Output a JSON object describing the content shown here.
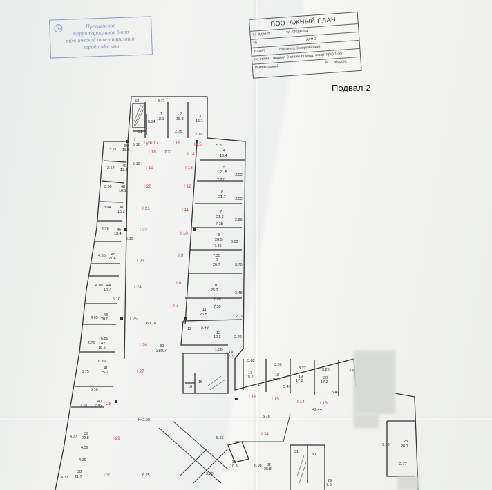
{
  "stamp": {
    "seal": "№",
    "line1": "Пресненское",
    "line2": "территориальное бюро",
    "line3": "технической инвентаризации",
    "line4": "города Москвы"
  },
  "title_block": {
    "heading": "ПОЭТАЖНЫЙ ПЛАН",
    "row1_label": "по адресу",
    "row1_value": "ул. Ордынка",
    "row2_label": "№",
    "row2_value": "дом 1",
    "row3_label": "корпус",
    "row3_value": "строение (сооружение)",
    "row4_label": "на этаже",
    "row4_value": "подвал 2  этаже помещ. (квартира)   1-55",
    "row5_label": "Инвентарный",
    "row5_value": "АО г.Москва"
  },
  "level_label": "Подвал 2",
  "rooms": {
    "r52": "52",
    "r1": "1",
    "r1a": "18.1",
    "r2": "2",
    "r2a": "18.3",
    "r3": "3",
    "r3a": "16.1",
    "r51": "51",
    "r50": "50",
    "r50a": "16.5",
    "r4": "4",
    "r4a": "19.4",
    "r49": "49",
    "r49a": "13.3",
    "r5": "5",
    "r5a": "21.5",
    "r48": "48",
    "r48a": "16.1",
    "r6": "6",
    "r6a": "21.7",
    "r47": "47",
    "r47a": "15.2",
    "r7": "7",
    "r7a": "21.3",
    "r46": "46",
    "r46a": "13.4",
    "r8": "8",
    "r8a": "20.5",
    "r45": "45",
    "r45a": "21.4",
    "r9": "9",
    "r9a": "26.7",
    "r44": "44",
    "r44a": "18.7",
    "r10": "10",
    "r10a": "25.2",
    "r43": "43",
    "r43a": "20.0",
    "r11": "11",
    "r11a": "26.5",
    "r42": "42",
    "r42a": "18.5",
    "r12": "12",
    "r12a": "12.3",
    "r13": "13",
    "r53": "53",
    "r53a": "380.7",
    "r14": "14",
    "r14a": "12.7",
    "r41": "41",
    "r41a": "25.2",
    "r15": "15",
    "r16": "16",
    "r17": "17",
    "r17a": "15.2",
    "r18": "18",
    "r18a": "16.6",
    "r19": "19",
    "r19a": "17.3",
    "r20": "20",
    "r20a": "17.2",
    "r40": "40",
    "r40a": "24.4",
    "r39": "39",
    "r39a": "22.8",
    "r38": "38",
    "r38a": "21.7",
    "r33": "33",
    "r33a": "10.8",
    "r32": "32",
    "r32a": "25.8",
    "r31": "31",
    "r30": "30",
    "r29": "29",
    "r29a": "7.3",
    "r23": "23",
    "r23a": "28.1"
  },
  "dims": {
    "d371": "3.71",
    "d534": "5.34",
    "d275": "2.75",
    "d272": "2.72",
    "d510a": "5.10",
    "d731": "7.31",
    "d531": "5.31",
    "d321": "3.21",
    "d267": "2.67",
    "d510b": "5.10",
    "d727": "7.27",
    "d302a": "3.02",
    "d330": "3.30",
    "d302b": "3.02",
    "d304": "3.04",
    "d735a": "7.35",
    "d296": "2.96",
    "d278": "2.78",
    "d510c": "5.10",
    "d735b": "7.35",
    "d292": "2.92",
    "d435": "4.35",
    "d735c": "7.35",
    "d370": "3.70",
    "d400": "4.00",
    "d510d": "5.10",
    "d736": "7.36",
    "d348": "3.48",
    "d405": "4.05",
    "d735d": "7.35",
    "d279": "2.79",
    "d6078": "60.78",
    "d549": "5.49",
    "d689a": "6.89",
    "d270": "2.70",
    "d229": "2.29",
    "d156": "1.56",
    "d689b": "6.89",
    "d375": "3.75",
    "d510e": "5.10",
    "d491": "4.91",
    "d477": "4.77",
    "d439a": "4.39",
    "d439b": "4.39",
    "d437": "4.37",
    "d302c": "3.02",
    "d309": "3.09",
    "d322": "3.22",
    "d320": "3.20",
    "d547a": "5.47",
    "d547b": "5.47",
    "d547c": "5.47",
    "d4244": "42.44",
    "d578": "5.78",
    "d533": "5.33",
    "d625": "6.25",
    "d326": "3.26",
    "d698": "6.98",
    "d996": "9.96",
    "d277": "2.77",
    "d340": "3.40",
    "dh290": "h=2.90"
  },
  "zones": {
    "z1": "I",
    "z2": "I у/в 17",
    "z3": "I 16",
    "z4": "I 15",
    "z5": "I 14",
    "z6": "I 13",
    "z7": "I 12",
    "z8": "I 11",
    "z9": "I 10",
    "z10": "I 9",
    "z11": "I 8",
    "z12": "I 7",
    "z13": "I 18",
    "z14": "I 19",
    "z15": "I 20",
    "z16": "I 21",
    "z17": "I 22",
    "z18": "I 23",
    "z19": "I 24",
    "z20": "I 25",
    "z21": "I 26",
    "z22": "I 27",
    "z23": "I 28",
    "z24": "I 29",
    "z25": "I 30",
    "z26": "I 34",
    "z27": "I 16",
    "z28": "I 15",
    "z29": "I 14",
    "z30": "I 13"
  }
}
